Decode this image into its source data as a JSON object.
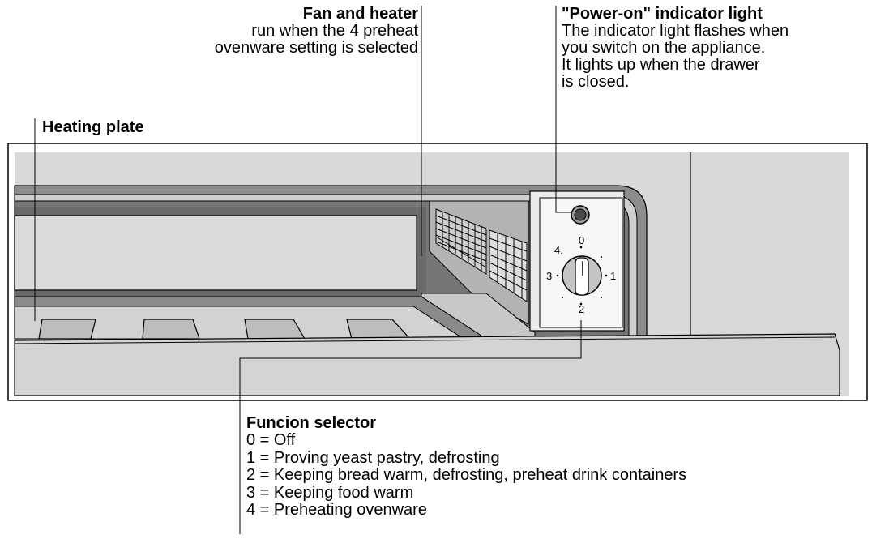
{
  "labels": {
    "fan": {
      "title": "Fan and heater",
      "lines": [
        "run when the 4 preheat",
        "ovenware setting is selected"
      ]
    },
    "power": {
      "title": "\"Power-on\" indicator light",
      "lines": [
        "The indicator light flashes when",
        "you switch on the appliance.",
        "It lights up when the drawer",
        "is closed."
      ]
    },
    "plate": {
      "title": "Heating plate"
    },
    "selector": {
      "title": "Funcion selector",
      "items": [
        "0 = Off",
        "1 = Proving yeast pastry, defrosting",
        "2 = Keeping bread warm, defrosting, preheat drink containers",
        "3 = Keeping food warm",
        "4 = Preheating ovenware"
      ]
    }
  },
  "dial": {
    "marks": [
      "0",
      "1",
      "2",
      "3",
      "4."
    ]
  },
  "colors": {
    "panel": "#d9d9d9",
    "frame": "#9c9c9c",
    "dark": "#6e6e6e",
    "interior": "#bdbdbd"
  }
}
